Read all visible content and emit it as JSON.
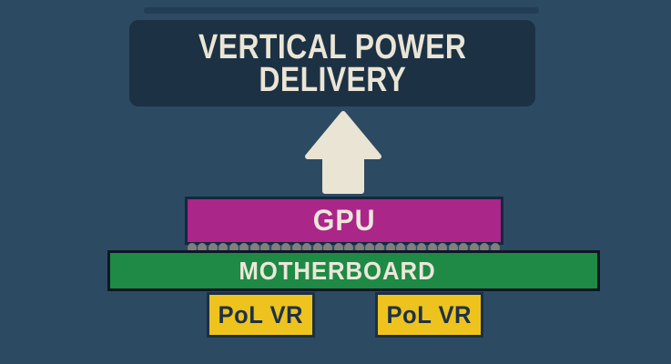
{
  "diagram": {
    "title": {
      "line1": "VERTICAL POWER",
      "line2": "DELIVERY"
    },
    "arrow": {
      "direction": "up",
      "meaning": "power-flow-upward"
    },
    "gpu_label": "GPU",
    "motherboard_label": "MOTHERBOARD",
    "pol_vr_labels": [
      "PoL VR",
      "PoL VR"
    ],
    "solder_ball_count": 30
  },
  "colors": {
    "background": "#2d4a63",
    "title_box": "#1d3144",
    "cream": "#eae5d5",
    "gpu_magenta": "#aa2689",
    "motherboard_green": "#1e8a45",
    "pol_vr_yellow": "#eec31d",
    "solder_ball_gray": "#7f7f7f",
    "dark_border": "#15283c",
    "dark_text": "#1d3247"
  }
}
